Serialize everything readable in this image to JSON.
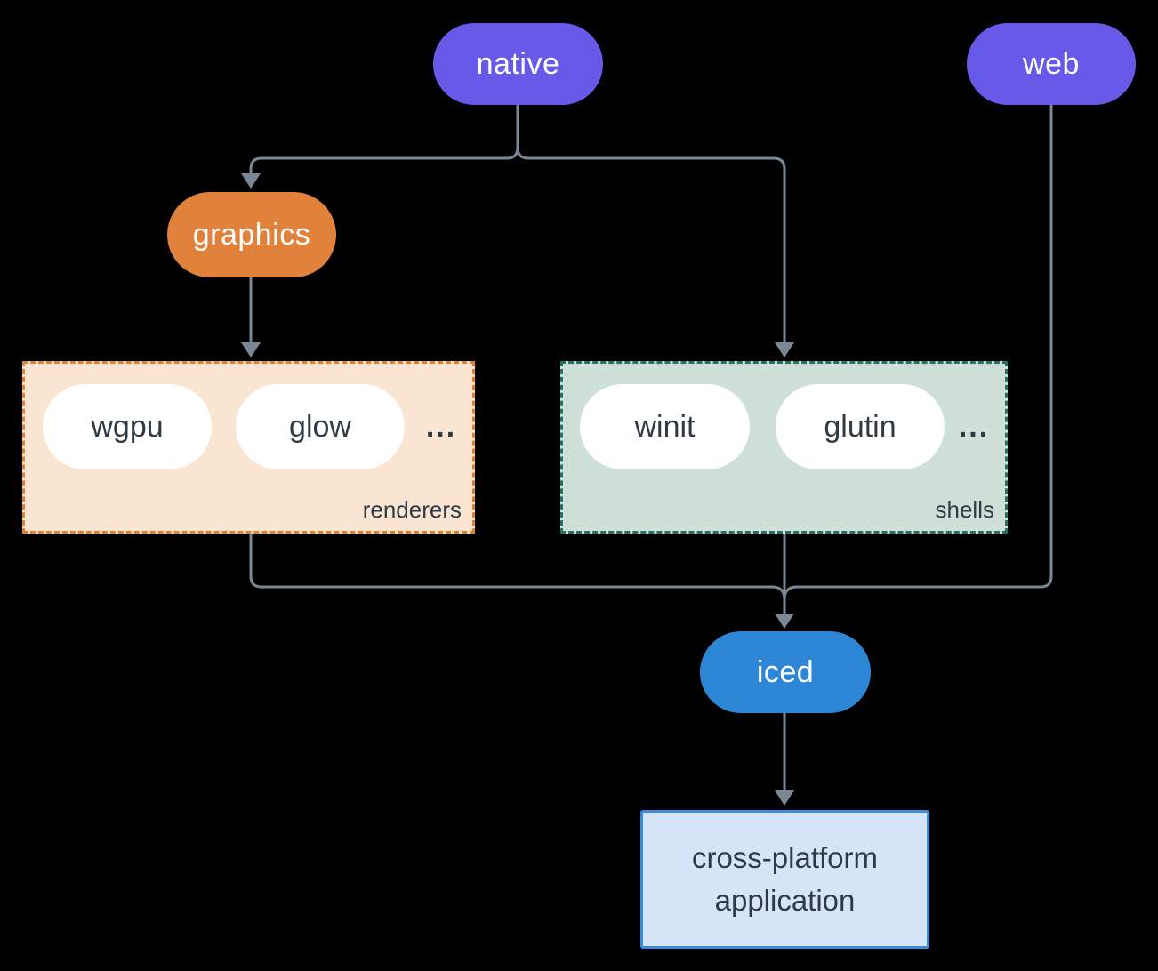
{
  "diagram": {
    "background": "#000000",
    "line_color": "#7B8795",
    "nodes": {
      "native": {
        "label": "native",
        "bg": "#675AE9",
        "text_color": "#FFFFFF"
      },
      "web": {
        "label": "web",
        "bg": "#675AE9",
        "text_color": "#FFFFFF"
      },
      "graphics": {
        "label": "graphics",
        "bg": "#E0813C",
        "text_color": "#FFFFFF"
      },
      "iced": {
        "label": "iced",
        "bg": "#2E87D6",
        "text_color": "#FFFFFF"
      },
      "application": {
        "label_line1": "cross-platform",
        "label_line2": "application",
        "bg": "#D5E5F7",
        "border": "#3B8CDE",
        "text_color": "#2E3B47"
      }
    },
    "groups": {
      "renderers": {
        "label": "renderers",
        "bg": "#FAE5D3",
        "border": "#E0812F",
        "items": [
          {
            "label": "wgpu"
          },
          {
            "label": "glow"
          }
        ],
        "ellipsis": "..."
      },
      "shells": {
        "label": "shells",
        "bg": "#CFE0D9",
        "border": "#237265",
        "items": [
          {
            "label": "winit"
          },
          {
            "label": "glutin"
          }
        ],
        "ellipsis": "..."
      }
    },
    "edges": [
      "native -> graphics",
      "native -> shells",
      "graphics -> renderers",
      "renderers -> iced",
      "shells -> iced",
      "web -> iced",
      "iced -> cross-platform application"
    ]
  }
}
